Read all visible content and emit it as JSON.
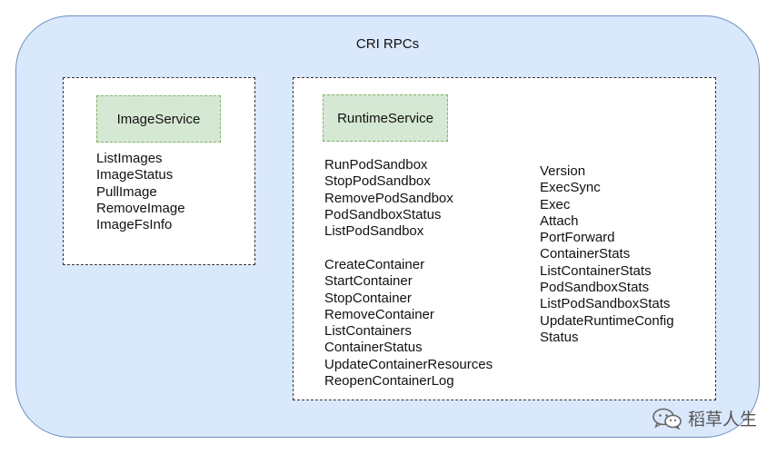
{
  "title": "CRI RPCs",
  "image_service": {
    "name": "ImageService",
    "rpcs": [
      "ListImages",
      "ImageStatus",
      "PullImage",
      "RemoveImage",
      "ImageFsInfo"
    ]
  },
  "runtime_service": {
    "name": "RuntimeService",
    "pod_rpcs": [
      "RunPodSandbox",
      "StopPodSandbox",
      "RemovePodSandbox",
      "PodSandboxStatus",
      "ListPodSandbox"
    ],
    "container_rpcs": [
      "CreateContainer",
      "StartContainer",
      "StopContainer",
      "RemoveContainer",
      "ListContainers",
      "ContainerStatus",
      "UpdateContainerResources",
      "ReopenContainerLog"
    ],
    "misc_rpcs": [
      "Version",
      "ExecSync",
      "Exec",
      "Attach",
      "PortForward",
      "ContainerStats",
      "ListContainerStats",
      "PodSandboxStats",
      "ListPodSandboxStats",
      "UpdateRuntimeConfig",
      "Status"
    ]
  },
  "watermark": {
    "text": "稻草人生",
    "icon": "wechat-icon"
  }
}
